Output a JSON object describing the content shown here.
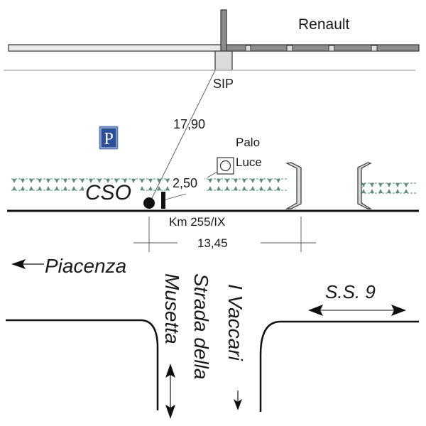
{
  "title": "Mappa ubicazione CSO",
  "labels": {
    "renault": "Renault",
    "sip": "SIP",
    "distance_sip": "17,90",
    "parking": "P",
    "palo_luce_line1": "Palo",
    "palo_luce_line2": "Luce",
    "distance_palo": "2,50",
    "cso": "CSO",
    "km_marker": "Km 255/IX",
    "distance_km": "13,45",
    "piacenza": "Piacenza",
    "ss9": "S.S. 9",
    "strada_line1": "Strada della",
    "strada_line2": "Musetta",
    "vaccari": "I Vaccari"
  },
  "colors": {
    "parking_blue": "#2b4f9a",
    "hedge_green": "#5e8f7e",
    "wall_gray": "#8c8c8c",
    "wall_light": "#e8e8e8",
    "line": "#1a1a1a"
  }
}
